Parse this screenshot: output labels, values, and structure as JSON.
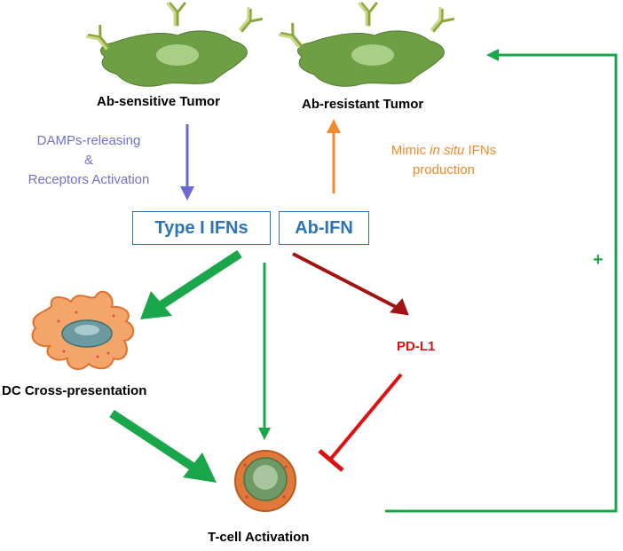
{
  "labels": {
    "ab_sensitive_tumor": "Ab-sensitive Tumor",
    "ab_resistant_tumor": "Ab-resistant Tumor",
    "damps_line1": "DAMPs-releasing",
    "damps_line2": "&",
    "damps_line3": "Receptors Activation",
    "mimic_prefix": "Mimic ",
    "mimic_italic": "in situ",
    "mimic_suffix": " IFNs",
    "mimic_line2": "production",
    "type1_ifns": "Type I IFNs",
    "ab_ifn": "Ab-IFN",
    "pd_l1": "PD-L1",
    "dc_cross": "DC Cross-presentation",
    "t_cell": "T-cell Activation",
    "plus": "+"
  },
  "colors": {
    "tumor_green": "#6f9f45",
    "nucleus_green": "#a9cf86",
    "purple_arrow": "#6a6ad0",
    "orange_arrow": "#f08a30",
    "green_arrow": "#1aa64a",
    "dark_red_arrow": "#a01414",
    "red_inhibit": "#e01010",
    "box_blue": "#2e74b5",
    "dc_orange": "#f4a66a",
    "tcell_orange": "#e0783a"
  }
}
